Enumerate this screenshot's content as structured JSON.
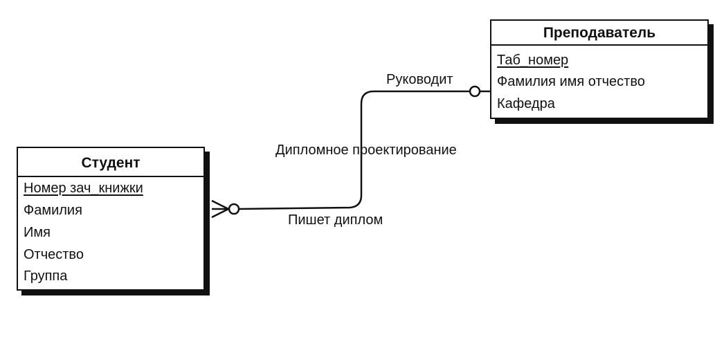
{
  "entities": {
    "student": {
      "title": "Студент",
      "key_attribute": "Номер  зач_книжки",
      "attributes": [
        "Фамилия",
        "Имя",
        "Отчество",
        "Группа"
      ]
    },
    "teacher": {
      "title": "Преподаватель",
      "key_attribute": "Таб_номер",
      "attributes": [
        "Фамилия  имя  отчество",
        "Кафедра"
      ]
    }
  },
  "relationship": {
    "name": "Дипломное проектирование",
    "teacher_role": "Руководит",
    "student_role": "Пишет диплом",
    "student_end": "many-optional",
    "teacher_end": "one-optional"
  }
}
